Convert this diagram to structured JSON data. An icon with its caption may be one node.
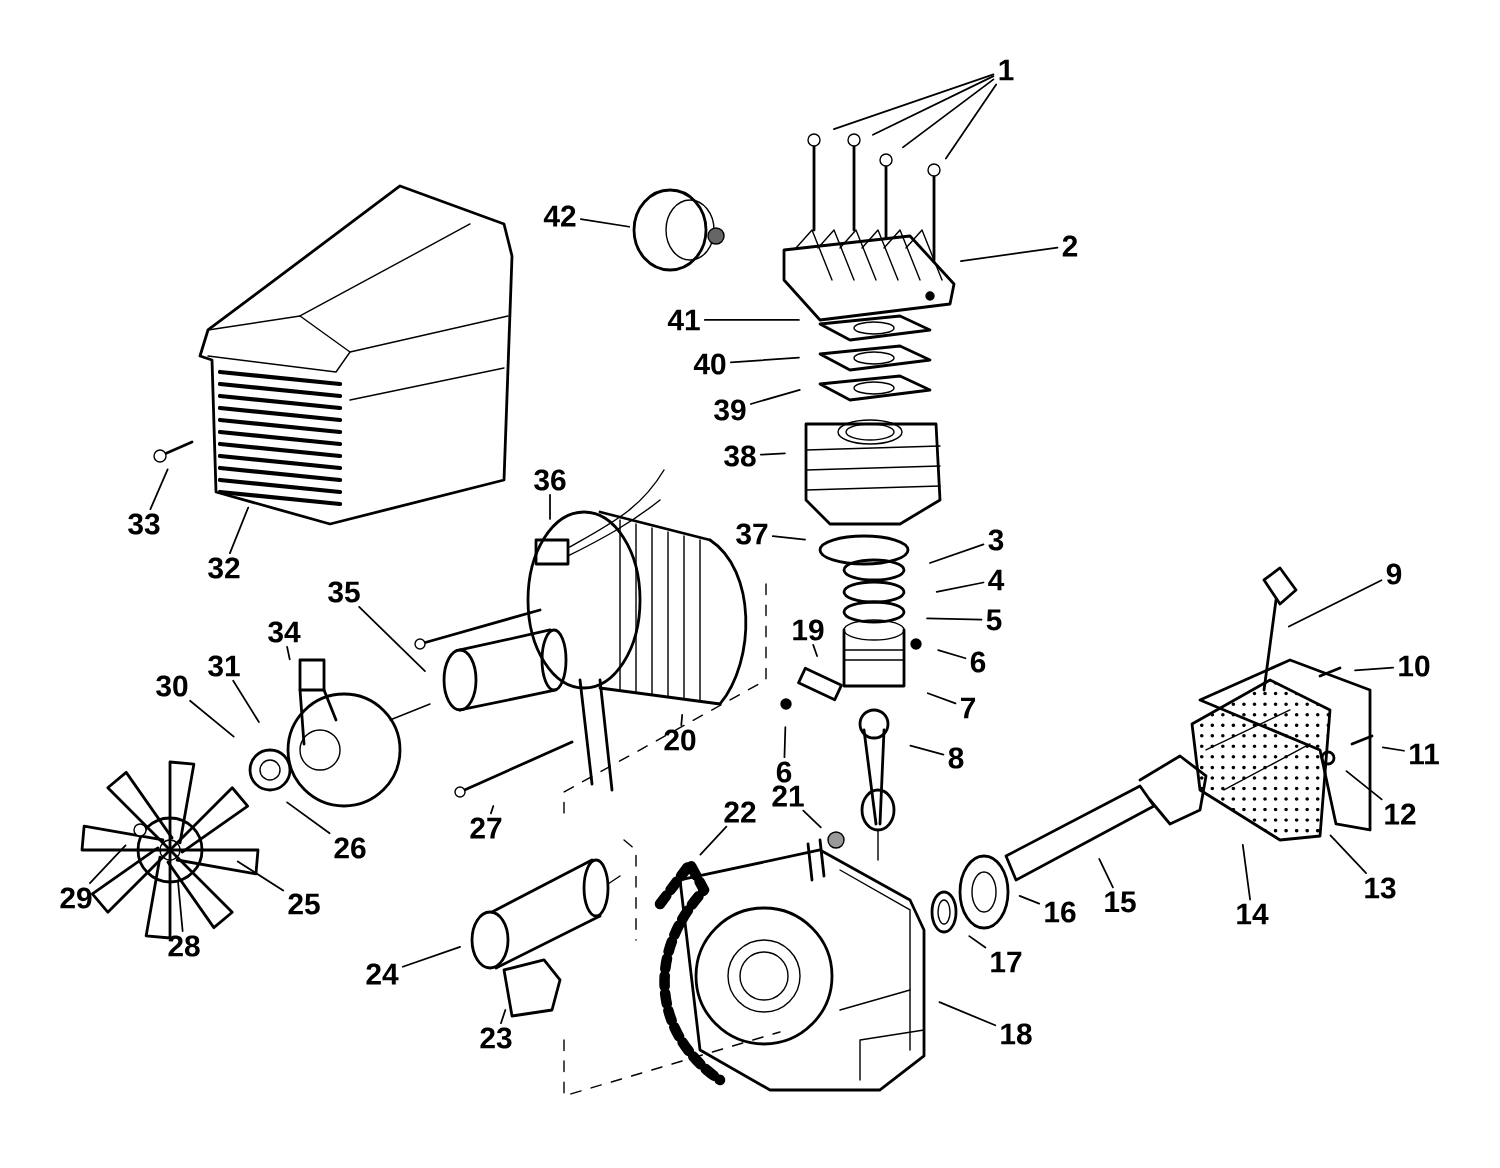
{
  "diagram": {
    "nodes": [
      {
        "text": [
          "1"
        ]
      },
      {
        "text": [
          "2"
        ]
      },
      {
        "text": [
          "3"
        ]
      },
      {
        "text": [
          "4"
        ]
      },
      {
        "text": [
          "5"
        ]
      },
      {
        "text": [
          "6"
        ]
      },
      {
        "text": [
          "7"
        ]
      },
      {
        "text": [
          "8"
        ]
      },
      {
        "text": [
          "9"
        ]
      },
      {
        "text": [
          "10"
        ]
      },
      {
        "text": [
          "11"
        ]
      },
      {
        "text": [
          "12"
        ]
      },
      {
        "text": [
          "13"
        ]
      },
      {
        "text": [
          "14"
        ]
      },
      {
        "text": [
          "15"
        ]
      },
      {
        "text": [
          "16"
        ]
      },
      {
        "text": [
          "17"
        ]
      },
      {
        "text": [
          "18"
        ]
      },
      {
        "text": [
          "19"
        ]
      },
      {
        "text": [
          "6"
        ]
      },
      {
        "text": [
          "20"
        ]
      },
      {
        "text": [
          "21"
        ]
      },
      {
        "text": [
          "22"
        ]
      },
      {
        "text": [
          "23"
        ]
      },
      {
        "text": [
          "24"
        ]
      },
      {
        "text": [
          "25"
        ]
      },
      {
        "text": [
          "26"
        ]
      },
      {
        "text": [
          "27"
        ]
      },
      {
        "text": [
          "28"
        ]
      },
      {
        "text": [
          "29"
        ]
      },
      {
        "text": [
          "30"
        ]
      },
      {
        "text": [
          "31"
        ]
      },
      {
        "text": [
          "32"
        ]
      },
      {
        "text": [
          "33"
        ]
      },
      {
        "text": [
          "34"
        ]
      },
      {
        "text": [
          "35"
        ]
      },
      {
        "text": [
          "36"
        ]
      },
      {
        "text": [
          "37"
        ]
      },
      {
        "text": [
          "38"
        ]
      },
      {
        "text": [
          "39"
        ]
      },
      {
        "text": [
          "40"
        ]
      },
      {
        "text": [
          "41"
        ]
      },
      {
        "text": [
          "42"
        ]
      }
    ],
    "edges": [
      {
        "from": 0,
        "to": null,
        "arrow": "none"
      },
      {
        "from": 0,
        "to": null,
        "arrow": "none"
      },
      {
        "from": 0,
        "to": null,
        "arrow": "none"
      },
      {
        "from": 0,
        "to": null,
        "arrow": "none"
      },
      {
        "from": 1,
        "to": null,
        "arrow": "none"
      },
      {
        "from": 2,
        "to": null,
        "arrow": "none"
      },
      {
        "from": 3,
        "to": null,
        "arrow": "none"
      },
      {
        "from": 4,
        "to": null,
        "arrow": "none"
      },
      {
        "from": 5,
        "to": null,
        "arrow": "none"
      },
      {
        "from": 6,
        "to": null,
        "arrow": "none"
      },
      {
        "from": 7,
        "to": null,
        "arrow": "none"
      },
      {
        "from": 8,
        "to": null,
        "arrow": "none"
      },
      {
        "from": 9,
        "to": null,
        "arrow": "none"
      },
      {
        "from": 10,
        "to": null,
        "arrow": "none"
      },
      {
        "from": 11,
        "to": null,
        "arrow": "none"
      },
      {
        "from": 12,
        "to": null,
        "arrow": "none"
      },
      {
        "from": 13,
        "to": null,
        "arrow": "none"
      },
      {
        "from": 14,
        "to": null,
        "arrow": "none"
      },
      {
        "from": 15,
        "to": null,
        "arrow": "none"
      },
      {
        "from": 16,
        "to": null,
        "arrow": "none"
      },
      {
        "from": 17,
        "to": null,
        "arrow": "none"
      },
      {
        "from": 18,
        "to": null,
        "arrow": "none"
      },
      {
        "from": 19,
        "to": null,
        "arrow": "none"
      },
      {
        "from": 20,
        "to": null,
        "arrow": "none"
      },
      {
        "from": 21,
        "to": null,
        "arrow": "none"
      },
      {
        "from": 22,
        "to": null,
        "arrow": "none"
      },
      {
        "from": 23,
        "to": null,
        "arrow": "none"
      },
      {
        "from": 24,
        "to": null,
        "arrow": "none"
      },
      {
        "from": 25,
        "to": null,
        "arrow": "none"
      },
      {
        "from": 26,
        "to": null,
        "arrow": "none"
      },
      {
        "from": 27,
        "to": null,
        "arrow": "none"
      },
      {
        "from": 28,
        "to": null,
        "arrow": "none"
      },
      {
        "from": 29,
        "to": null,
        "arrow": "none"
      },
      {
        "from": 30,
        "to": null,
        "arrow": "none"
      },
      {
        "from": 31,
        "to": null,
        "arrow": "none"
      },
      {
        "from": 32,
        "to": null,
        "arrow": "none"
      },
      {
        "from": 33,
        "to": null,
        "arrow": "none"
      },
      {
        "from": 34,
        "to": null,
        "arrow": "none"
      },
      {
        "from": 35,
        "to": null,
        "arrow": "none"
      },
      {
        "from": 36,
        "to": null,
        "arrow": "none"
      },
      {
        "from": 37,
        "to": null,
        "arrow": "none"
      },
      {
        "from": 38,
        "to": null,
        "arrow": "none"
      },
      {
        "from": 39,
        "to": null,
        "arrow": "none"
      },
      {
        "from": 40,
        "to": null,
        "arrow": "none"
      },
      {
        "from": 41,
        "to": null,
        "arrow": "none"
      },
      {
        "from": 42,
        "to": null,
        "arrow": "none"
      }
    ]
  }
}
